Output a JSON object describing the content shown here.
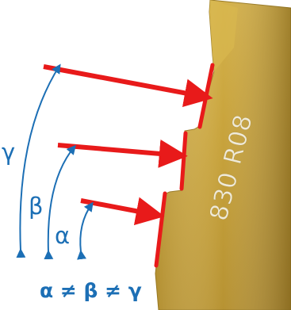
{
  "insert": {
    "engraving": "830 R08",
    "body_color": "#C9A43C",
    "edge_color": "#E81A1A"
  },
  "angles": {
    "alpha": "α",
    "beta": "β",
    "gamma": "γ",
    "label_color": "#1C6FB5"
  },
  "arrows": {
    "color": "#E81A1A"
  },
  "formula": {
    "text": "α ≠ β ≠ γ",
    "color": "#1C6FB5"
  }
}
